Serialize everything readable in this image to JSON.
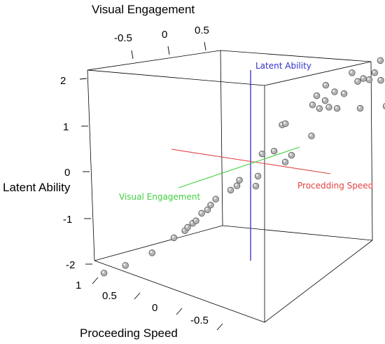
{
  "chart_data": {
    "type": "scatter",
    "dimension": "3d",
    "axes": {
      "x": {
        "label": "Proceeding Speed",
        "ticks": [
          "1",
          "0.5",
          "0",
          "-0.5"
        ]
      },
      "y": {
        "label": "Visual Engagement",
        "ticks": [
          "-0.5",
          "0",
          "0.5"
        ]
      },
      "z": {
        "label": "Latent Ability",
        "ticks": [
          "2",
          "1",
          "0",
          "-1",
          "-2"
        ]
      }
    },
    "inner_axes": {
      "z": {
        "label": "Latent Ability",
        "color": "#3030c8"
      },
      "x": {
        "label": "Procedding Speed",
        "color": "#e04040"
      },
      "y": {
        "label": "Visual Engagement",
        "color": "#40d040"
      }
    },
    "point_color": "#b4b4b4",
    "box_color": "#000000",
    "points": [
      {
        "x": 1.3,
        "y": 0.48,
        "z": -2.1
      },
      {
        "x": 1.1,
        "y": 0.46,
        "z": -1.92
      },
      {
        "x": 0.85,
        "y": 0.44,
        "z": -1.62
      },
      {
        "x": 0.65,
        "y": 0.4,
        "z": -1.3
      },
      {
        "x": 0.55,
        "y": 0.38,
        "z": -1.15
      },
      {
        "x": 0.52,
        "y": 0.4,
        "z": -1.05
      },
      {
        "x": 0.48,
        "y": 0.36,
        "z": -1.0
      },
      {
        "x": 0.45,
        "y": 0.35,
        "z": -0.95
      },
      {
        "x": 0.4,
        "y": 0.33,
        "z": -0.8
      },
      {
        "x": 0.35,
        "y": 0.3,
        "z": -0.75
      },
      {
        "x": 0.33,
        "y": 0.25,
        "z": -0.7
      },
      {
        "x": 0.28,
        "y": 0.26,
        "z": -0.55
      },
      {
        "x": 0.15,
        "y": 0.2,
        "z": -0.4
      },
      {
        "x": 0.1,
        "y": 0.15,
        "z": -0.35
      },
      {
        "x": 0.08,
        "y": 0.13,
        "z": -0.25
      },
      {
        "x": -0.1,
        "y": -0.05,
        "z": 0.15
      },
      {
        "x": -0.2,
        "y": -0.12,
        "z": 0.15
      },
      {
        "x": -0.05,
        "y": 0.0,
        "z": -0.5
      },
      {
        "x": -0.07,
        "y": 0.0,
        "z": -0.28
      },
      {
        "x": -0.3,
        "y": -0.15,
        "z": -0.1
      },
      {
        "x": -0.35,
        "y": -0.2,
        "z": 0.0
      },
      {
        "x": -0.25,
        "y": -0.25,
        "z": 0.58
      },
      {
        "x": -0.28,
        "y": -0.26,
        "z": 0.6
      },
      {
        "x": -0.5,
        "y": -0.4,
        "z": 0.22
      },
      {
        "x": -0.52,
        "y": -0.35,
        "z": 0.95
      },
      {
        "x": -0.55,
        "y": -0.4,
        "z": 1.1
      },
      {
        "x": -0.58,
        "y": -0.38,
        "z": 0.85
      },
      {
        "x": -0.62,
        "y": -0.45,
        "z": 0.95
      },
      {
        "x": -0.62,
        "y": -0.48,
        "z": 1.25
      },
      {
        "x": -0.65,
        "y": -0.48,
        "z": 0.78
      },
      {
        "x": -0.7,
        "y": -0.5,
        "z": 1.1
      },
      {
        "x": -0.72,
        "y": -0.52,
        "z": 0.72
      },
      {
        "x": -0.78,
        "y": -0.55,
        "z": 1.02
      },
      {
        "x": -0.85,
        "y": -0.58,
        "z": 1.45
      },
      {
        "x": -0.9,
        "y": -0.6,
        "z": 1.25
      },
      {
        "x": -0.92,
        "y": -0.62,
        "z": 0.65
      },
      {
        "x": -0.95,
        "y": -0.62,
        "z": 1.3
      },
      {
        "x": -1.0,
        "y": -0.65,
        "z": 1.25
      },
      {
        "x": -1.05,
        "y": -0.66,
        "z": 1.4
      },
      {
        "x": -1.1,
        "y": -0.7,
        "z": 1.2
      },
      {
        "x": -1.1,
        "y": -0.68,
        "z": 1.65
      },
      {
        "x": -1.15,
        "y": -0.7,
        "z": 0.65
      },
      {
        "x": -1.25,
        "y": -0.75,
        "z": 1.3
      },
      {
        "x": -1.35,
        "y": -0.8,
        "z": 1.45
      },
      {
        "x": -1.4,
        "y": -0.8,
        "z": 0.95
      },
      {
        "x": -1.45,
        "y": -0.85,
        "z": 1.75
      },
      {
        "x": -1.52,
        "y": -0.88,
        "z": 1.2
      },
      {
        "x": -1.55,
        "y": -0.9,
        "z": 1.95
      },
      {
        "x": -1.6,
        "y": -0.92,
        "z": 2.1
      },
      {
        "x": -1.57,
        "y": -0.91,
        "z": 0.75
      },
      {
        "x": -1.42,
        "y": -0.84,
        "z": 1.62
      }
    ]
  }
}
